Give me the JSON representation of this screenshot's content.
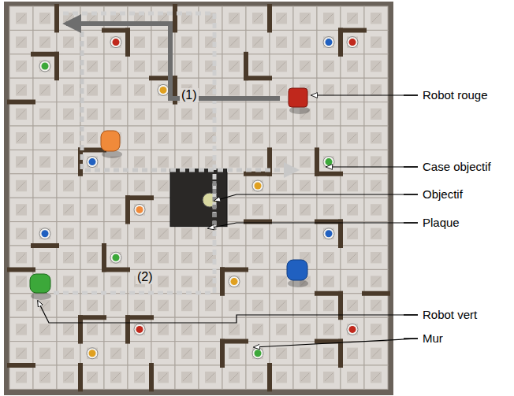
{
  "diagram": {
    "labels": [
      "(1)",
      "Robot rouge",
      "Case objectif",
      "Objectif",
      "Plaque",
      "(2)",
      "Robot vert",
      "Mur"
    ]
  }
}
